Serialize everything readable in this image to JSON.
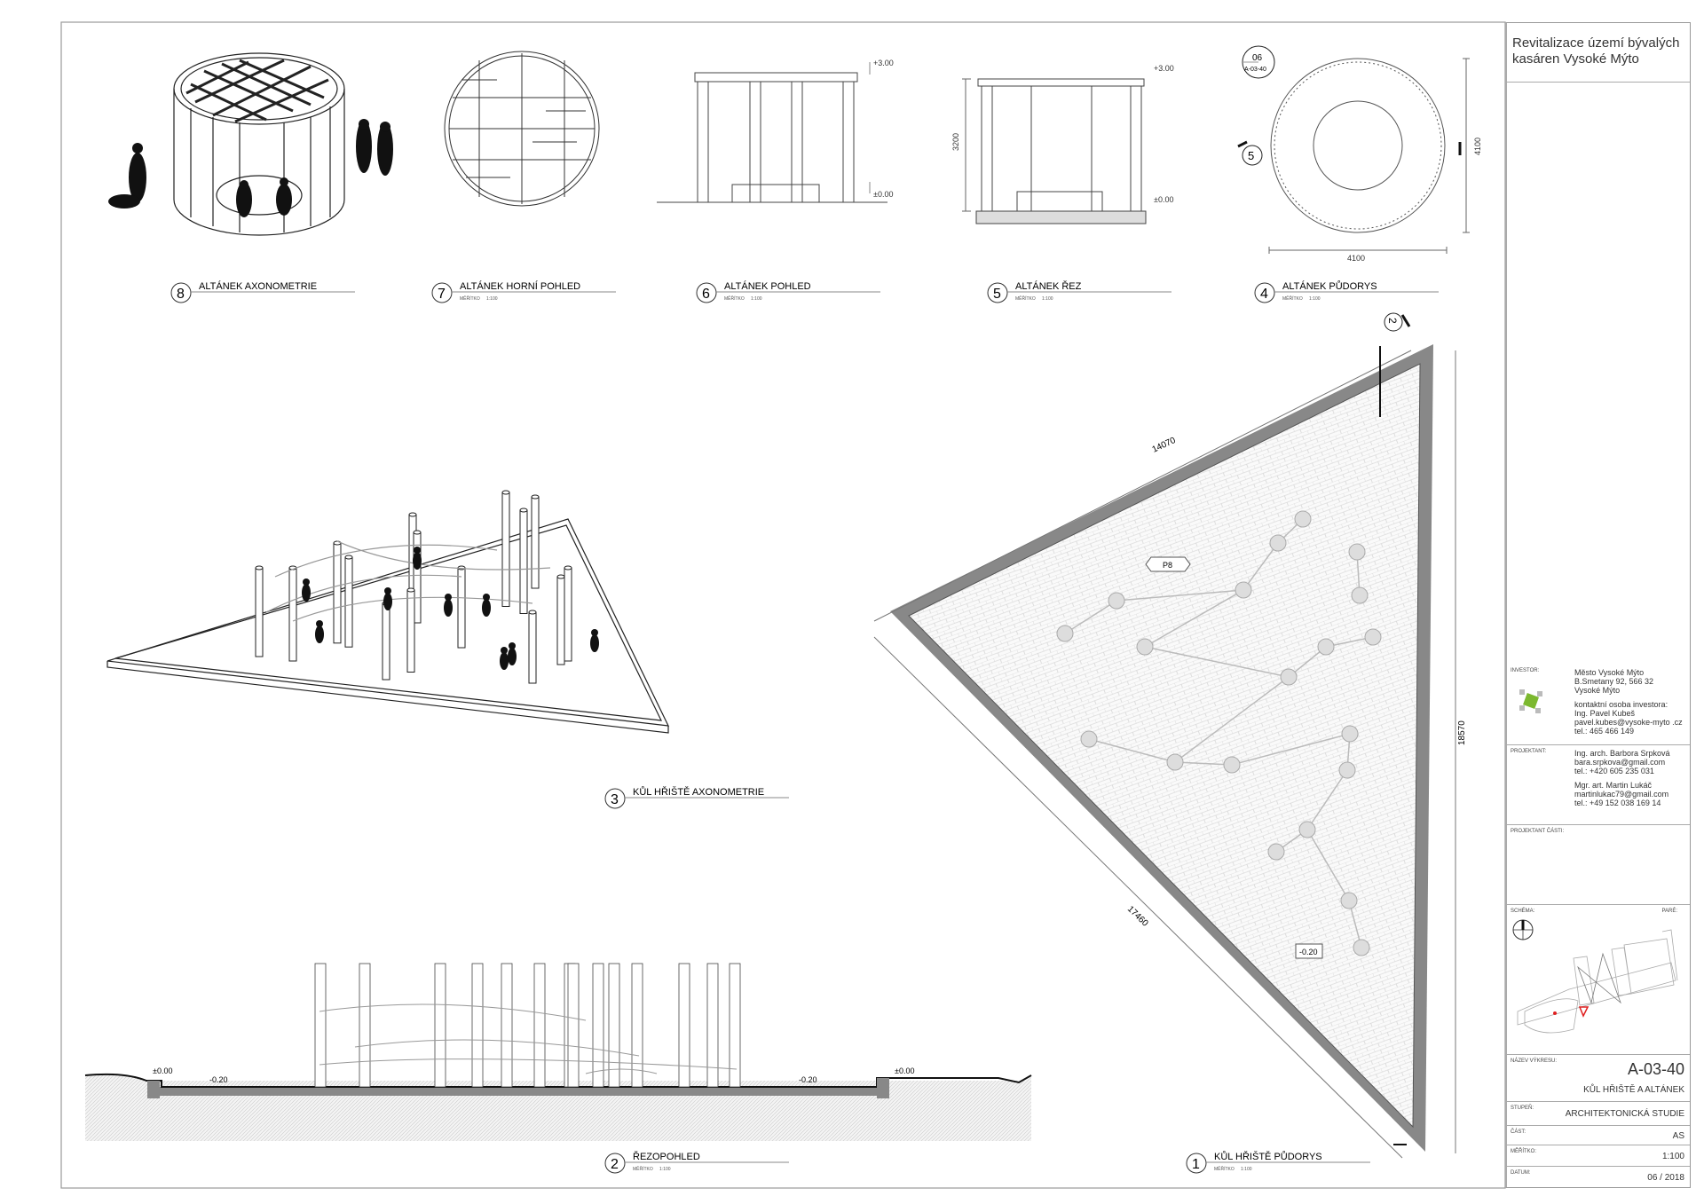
{
  "project_title": "Revitalizace území bývalých kasáren Vysoké Mýto",
  "views": [
    {
      "number": "8",
      "title": "ALTÁNEK AXONOMETRIE",
      "scale_label": "",
      "scale": ""
    },
    {
      "number": "7",
      "title": "ALTÁNEK HORNÍ POHLED",
      "scale_label": "MĚŘÍTKO",
      "scale": "1:100"
    },
    {
      "number": "6",
      "title": "ALTÁNEK POHLED",
      "scale_label": "MĚŘÍTKO",
      "scale": "1:100"
    },
    {
      "number": "5",
      "title": "ALTÁNEK ŘEZ",
      "scale_label": "MĚŘÍTKO",
      "scale": "1:100"
    },
    {
      "number": "4",
      "title": "ALTÁNEK PŮDORYS",
      "scale_label": "MĚŘÍTKO",
      "scale": "1:100"
    },
    {
      "number": "3",
      "title": "KŮL HŘIŠTĚ AXONOMETRIE",
      "scale_label": "",
      "scale": ""
    },
    {
      "number": "2",
      "title": "ŘEZOPOHLED",
      "scale_label": "MĚŘÍTKO",
      "scale": "1:100"
    },
    {
      "number": "1",
      "title": "KŮL HŘIŠTĚ PŮDORYS",
      "scale_label": "MĚŘÍTKO",
      "scale": "1:100"
    }
  ],
  "dimensions": {
    "elev_top": "+3.00",
    "elev_zero": "±0.00",
    "height_3200": "3200",
    "width_4100": "4100",
    "depth_4100": "4100",
    "detail_num": "06",
    "detail_ref": "A-03-40",
    "section_mark": "5",
    "section_mark_2": "2",
    "side_14070": "14070",
    "side_17460": "17460",
    "side_18570": "18570",
    "label_p8": "P8",
    "floor_level": "-0.20",
    "sec_left_zero": "±0.00",
    "sec_left_floor": "-0.20",
    "sec_right_floor": "-0.20",
    "sec_right_zero": "±0.00"
  },
  "title_block": {
    "investor_label": "INVESTOR:",
    "investor_lines": [
      "Město Vysoké Mýto",
      "B.Smetany 92, 566 32",
      "Vysoké Mýto",
      "",
      "kontaktní osoba investora:",
      "Ing. Pavel Kubeš",
      "pavel.kubes@vysoke-myto .cz",
      "tel.: 465 466 149"
    ],
    "projektant_label": "PROJEKTANT:",
    "projektant_lines": [
      "Ing. arch. Barbora Srpková",
      "bara.srpkova@gmail.com",
      "tel.: +420 605 235 031",
      "",
      "Mgr. art. Martin Lukáč",
      "martinlukac79@gmail.com",
      "tel.: +49 152 038 169 14"
    ],
    "projektant_casti_label": "PROJEKTANT ČÁSTI:",
    "schema_label": "SCHÉMA:",
    "pare_label": "PARÉ:",
    "nazev_label": "NÁZEV VÝKRESU:",
    "drawing_number": "A-03-40",
    "drawing_name": "KŮL HŘIŠTĚ A ALTÁNEK",
    "stupen_label": "STUPEŇ:",
    "stupen": "ARCHITEKTONICKÁ STUDIE",
    "cast_label": "ČÁST:",
    "cast": "AS",
    "meritko_label": "MĚŘÍTKO:",
    "meritko": "1:100",
    "datum_label": "DATUM:",
    "datum": "06 / 2018",
    "accent_color": "#7cb82f",
    "marker_color": "#e02020"
  }
}
